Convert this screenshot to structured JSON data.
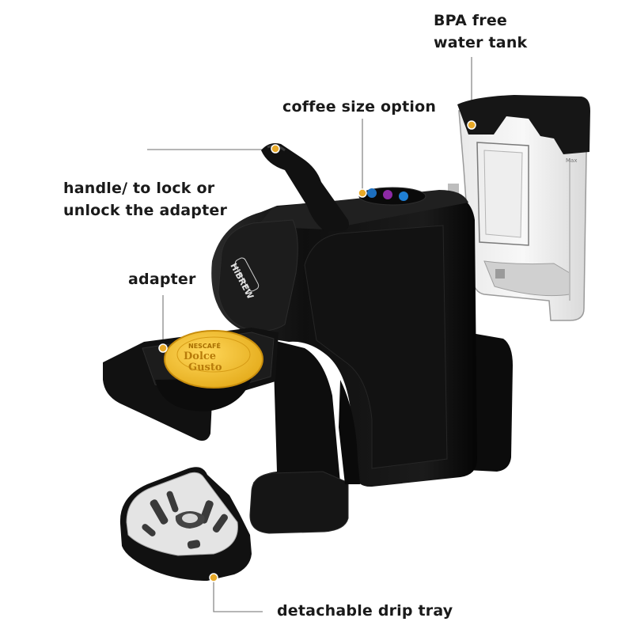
{
  "labels": {
    "water_tank": [
      "BPA free",
      "water tank"
    ],
    "coffee_size": "coffee size option",
    "handle": [
      "handle/ to lock or",
      "unlock the adapter"
    ],
    "adapter": "adapter",
    "drip_tray": "detachable drip tray"
  },
  "product": {
    "brand_logo": "HiBREW",
    "capsule_text": [
      "NESCAFÉ",
      "Dolce",
      "Gusto"
    ]
  },
  "colors": {
    "marker": "#e8a928",
    "leader_line": "#8a8a8a",
    "machine_body": "#141414",
    "capsule": "#f2c230"
  }
}
